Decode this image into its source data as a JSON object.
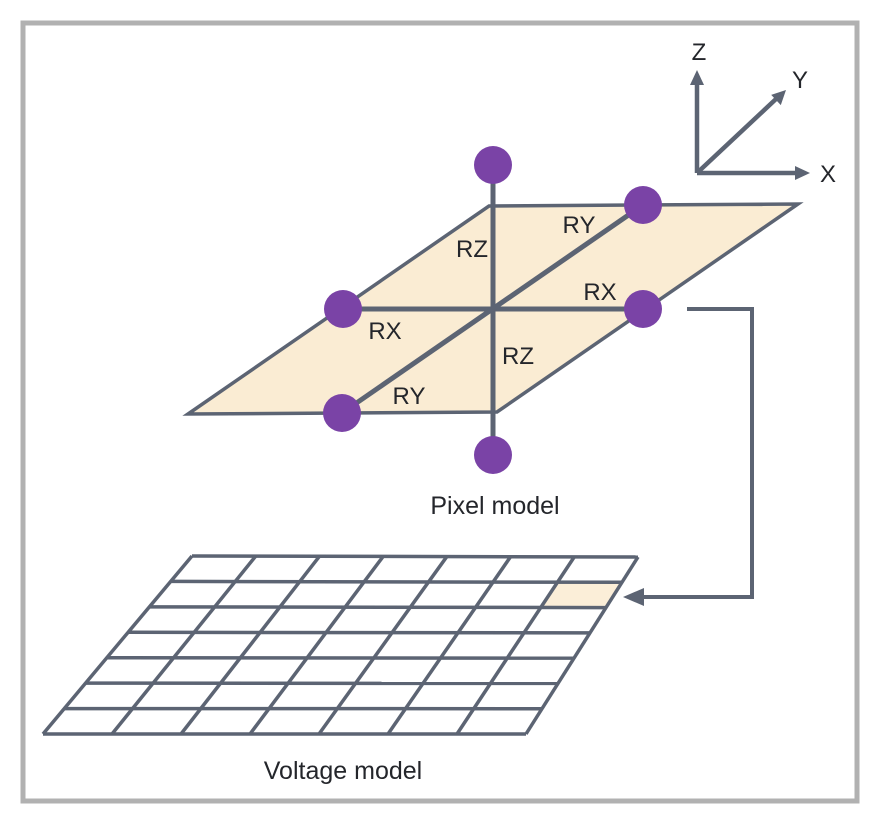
{
  "figure": {
    "background": "#ffffff",
    "border_color": "#b1b1b1"
  },
  "colors": {
    "line": "#5c6473",
    "node": "#7a43a6",
    "plane_fill": "#faecd3",
    "cell_fill": "#fbeed8",
    "text": "#24262b"
  },
  "axes_triad": {
    "z_label": "Z",
    "y_label": "Y",
    "x_label": "X"
  },
  "pixel_model": {
    "caption": "Pixel model",
    "node_count": 6,
    "labels": {
      "rz_top": "RZ",
      "ry_top": "RY",
      "rx_right": "RX",
      "rx_left": "RX",
      "rz_bottom": "RZ",
      "ry_bottom": "RY"
    }
  },
  "voltage_model": {
    "caption": "Voltage model",
    "grid": {
      "rows": 7,
      "cols": 7,
      "highlighted_cell": {
        "row": 2,
        "col": 7
      }
    }
  }
}
